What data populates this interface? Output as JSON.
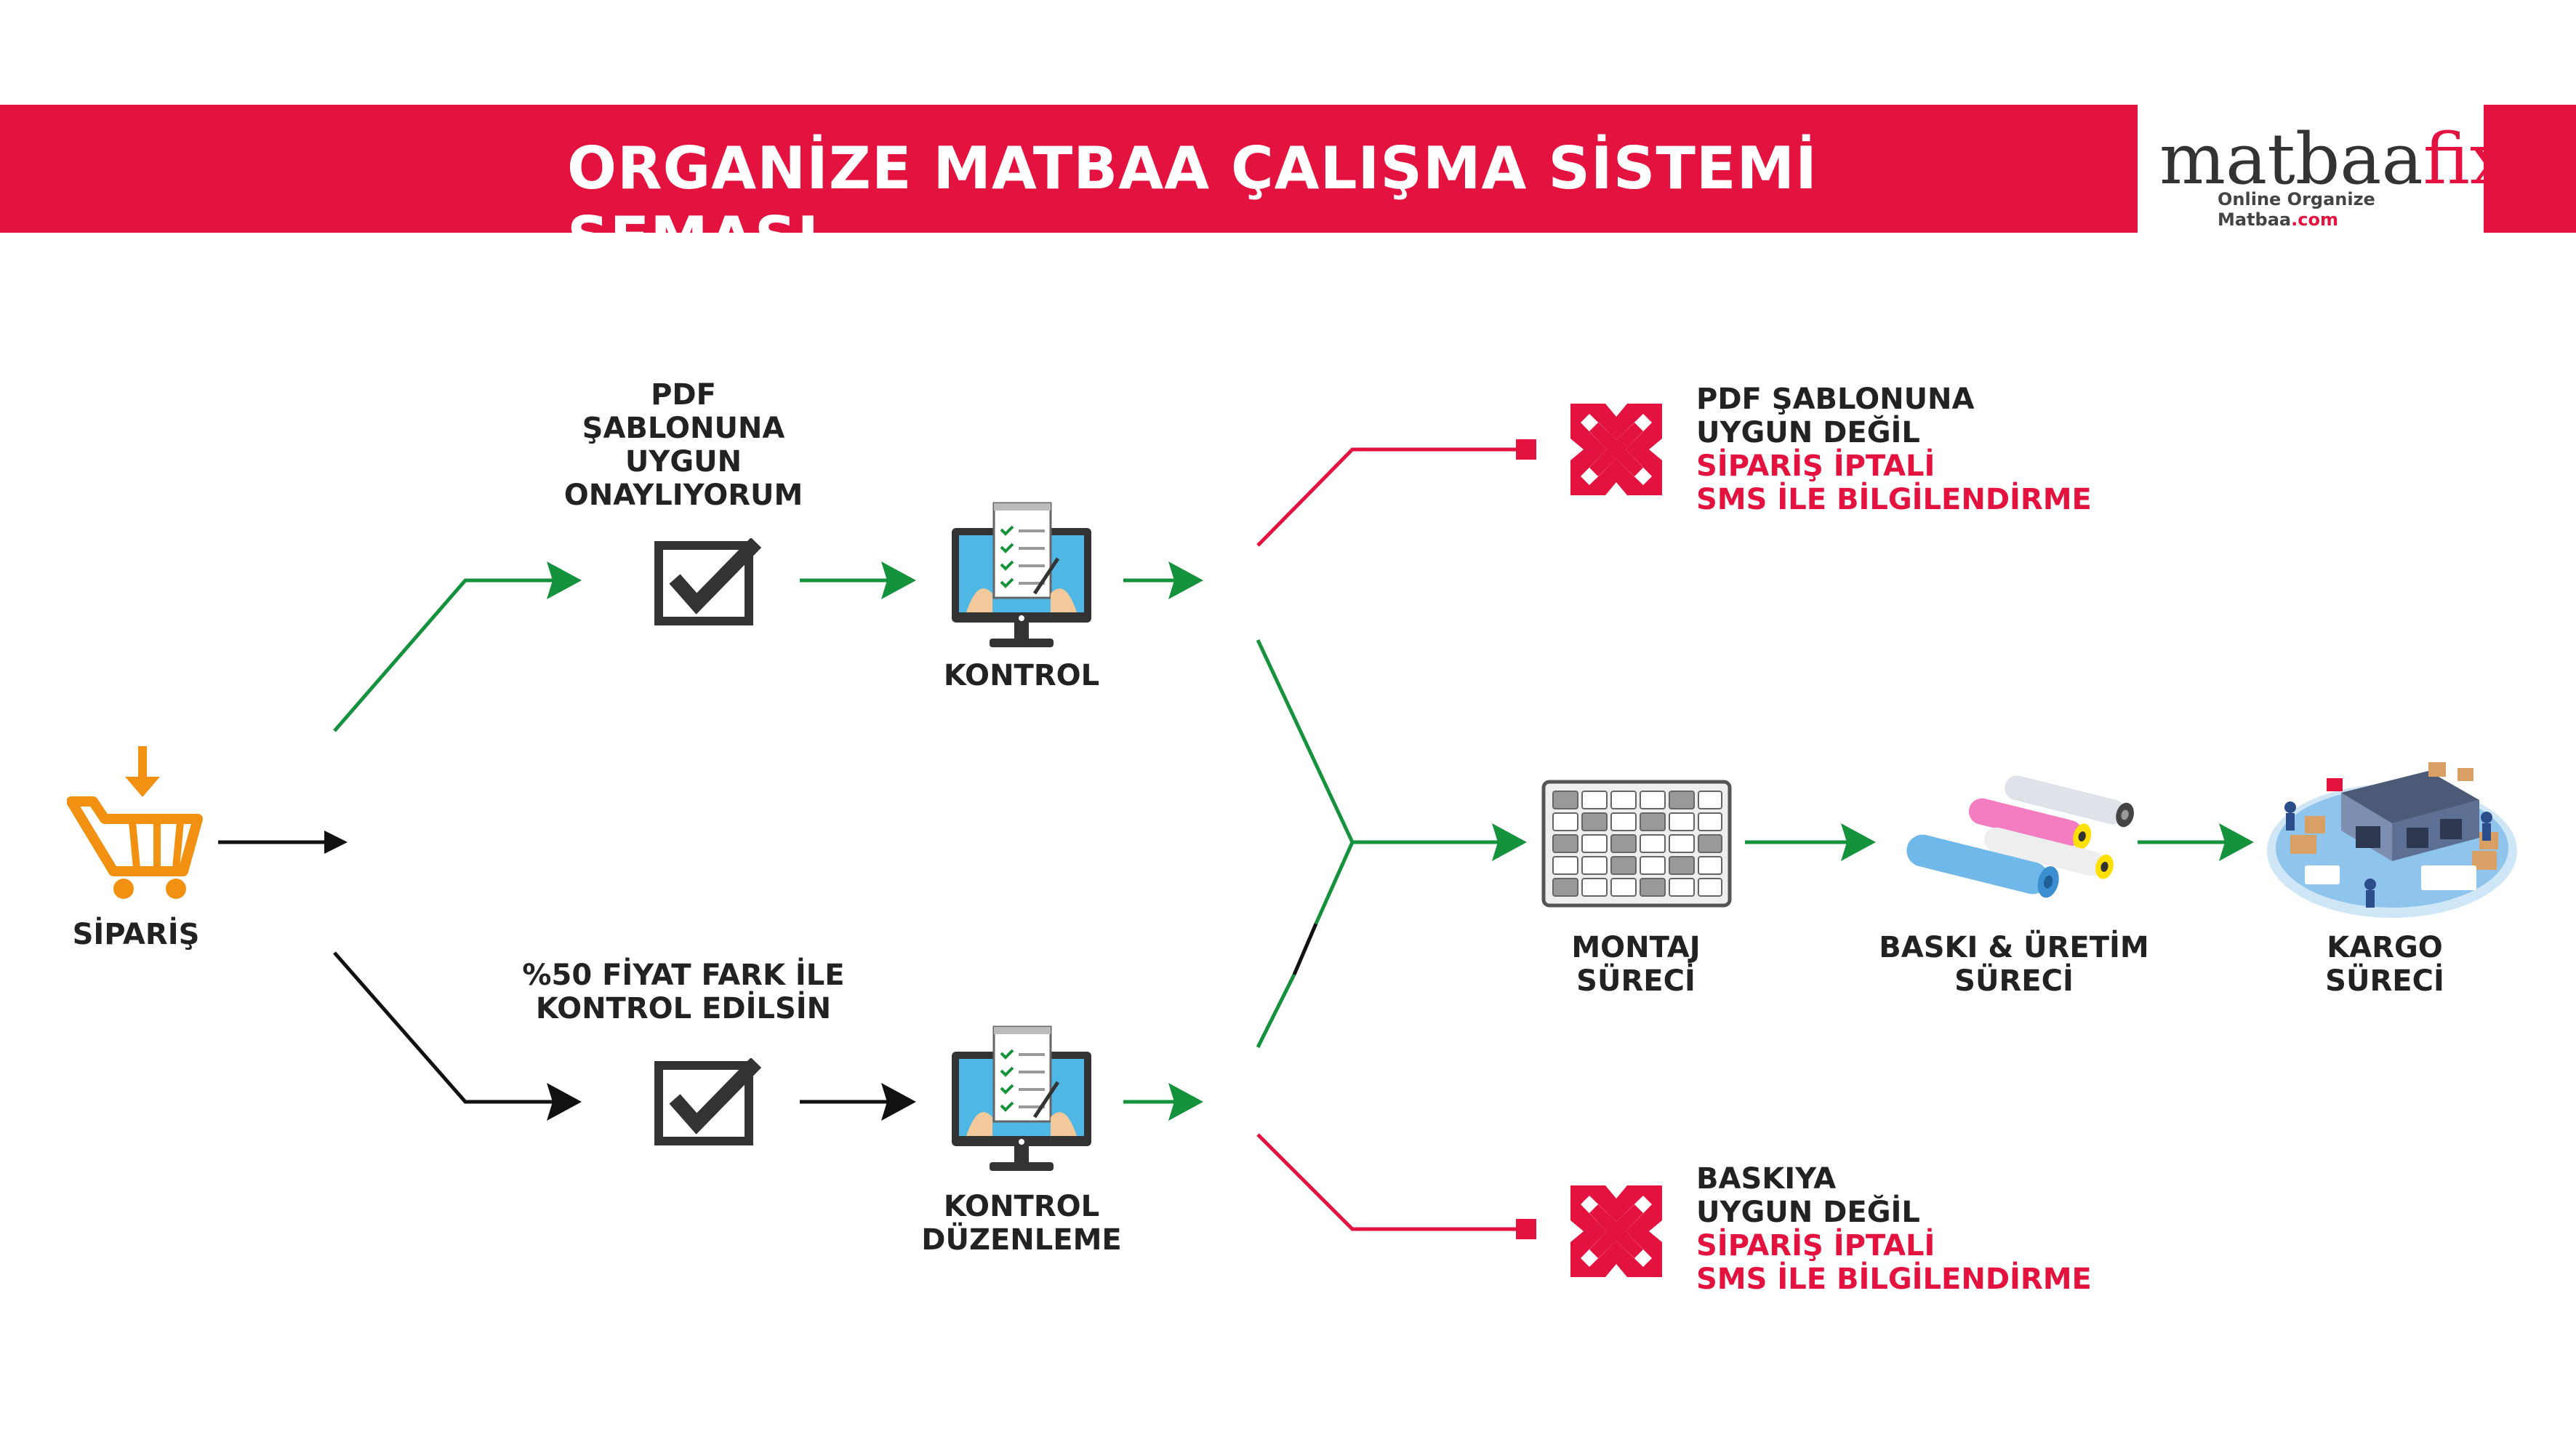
{
  "header": {
    "title": "ORGANİZE MATBAA ÇALIŞMA SİSTEMİ ŞEMASI",
    "logo": {
      "text_main": "matbaa",
      "text_accent": "fix",
      "tagline": "Online Organize Matbaa",
      "tagline_accent": ".com"
    }
  },
  "colors": {
    "brand_red": "#e4123f",
    "flow_green": "#15923c",
    "order_orange": "#f29111",
    "flow_black": "#111111"
  },
  "start": {
    "label": "SİPARİŞ",
    "icon": "shopping-cart-icon"
  },
  "top_branch": {
    "approval_label": [
      "PDF",
      "ŞABLONUNA",
      "UYGUN",
      "ONAYLIYORUM"
    ],
    "check_icon": "checkbox-icon",
    "control_label": [
      "KONTROL"
    ],
    "control_icon": "monitor-checklist-icon"
  },
  "bottom_branch": {
    "approval_label": [
      "%50 FİYAT FARK İLE",
      "KONTROL EDİLSİN"
    ],
    "check_icon": "checkbox-icon",
    "control_label": [
      "KONTROL",
      "DÜZENLEME"
    ],
    "control_icon": "monitor-checklist-icon"
  },
  "rejections": [
    {
      "lines": [
        "PDF ŞABLONUNA",
        "UYGUN DEĞİL"
      ],
      "red_lines": [
        "SİPARİŞ İPTALİ",
        "SMS İLE BİLGİLENDİRME"
      ],
      "icon": "cancel-x-icon"
    },
    {
      "lines": [
        "BASKIYA",
        "UYGUN DEĞİL"
      ],
      "red_lines": [
        "SİPARİŞ İPTALİ",
        "SMS İLE BİLGİLENDİRME"
      ],
      "icon": "cancel-x-icon"
    }
  ],
  "process": [
    {
      "lines": [
        "MONTAJ",
        "SÜRECİ"
      ],
      "icon": "imposition-grid-icon"
    },
    {
      "lines": [
        "BASKI & ÜRETİM",
        "SÜRECİ"
      ],
      "icon": "printing-rollers-icon"
    },
    {
      "lines": [
        "KARGO",
        "SÜRECİ"
      ],
      "icon": "warehouse-logistics-icon"
    }
  ]
}
